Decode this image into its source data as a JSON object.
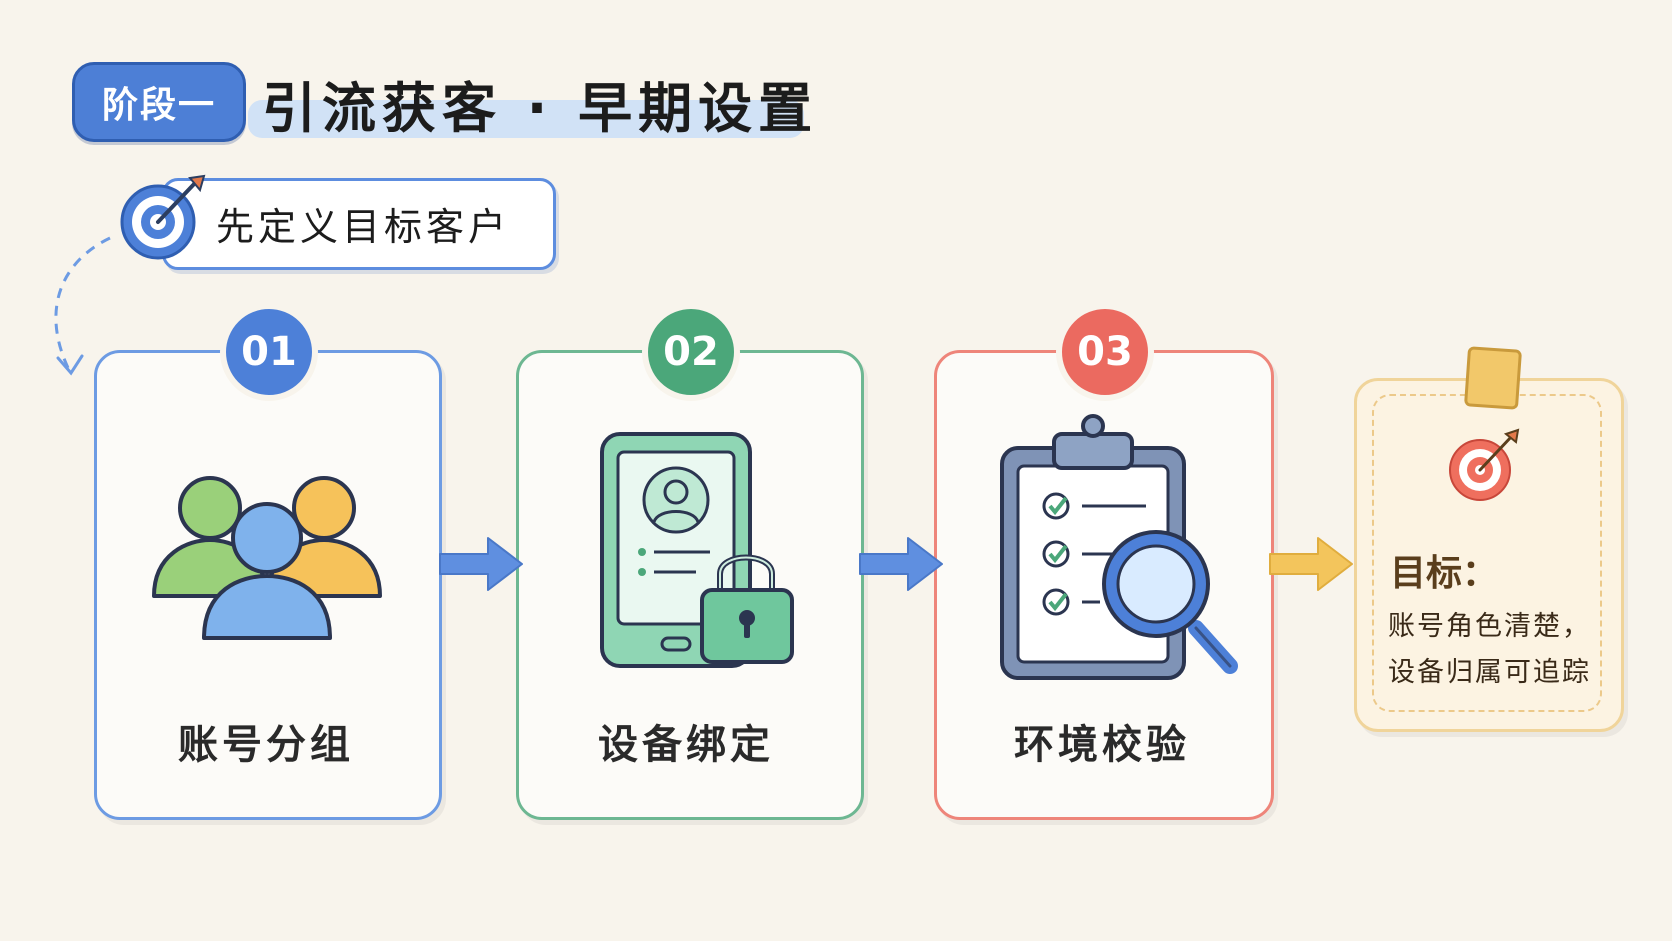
{
  "header": {
    "stage_badge": "阶段一",
    "title": "引流获客 · 早期设置"
  },
  "define": {
    "label": "先定义目标客户",
    "icon": "target-icon"
  },
  "steps": [
    {
      "number": "01",
      "label": "账号分组",
      "icon": "user-group-icon",
      "color": "#4d80d8"
    },
    {
      "number": "02",
      "label": "设备绑定",
      "icon": "tablet-lock-icon",
      "color": "#4ba77a"
    },
    {
      "number": "03",
      "label": "环境校验",
      "icon": "clipboard-search-icon",
      "color": "#eb6a60"
    }
  ],
  "goal": {
    "title": "目标：",
    "line1": "账号角色清楚，",
    "line2": "设备归属可追踪",
    "icon": "target-icon",
    "color": "#f2c86a"
  },
  "colors": {
    "background": "#f8f4ec",
    "blue": "#4d80d8",
    "green": "#4ba77a",
    "red": "#eb6a60",
    "yellow": "#f2c86a"
  }
}
